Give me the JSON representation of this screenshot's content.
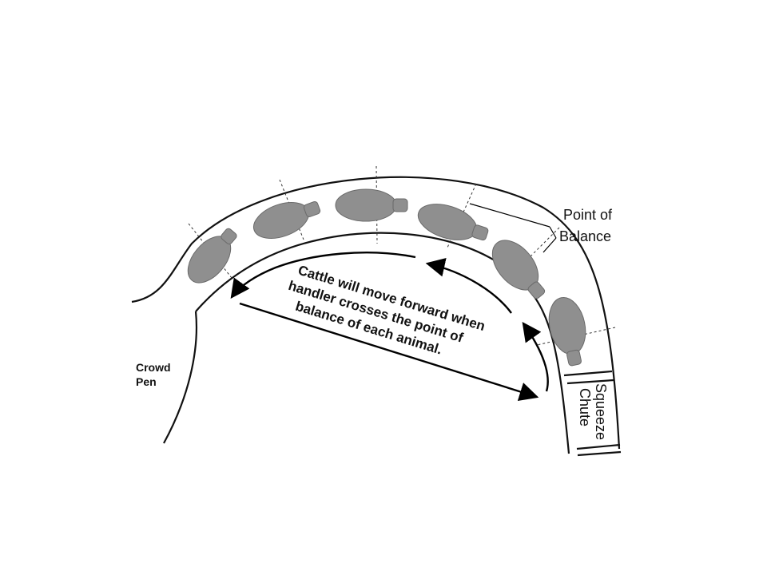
{
  "labels": {
    "point_of_balance_line1": "Point of",
    "point_of_balance_line2": "Balance",
    "crowd_pen_line1": "Crowd",
    "crowd_pen_line2": "Pen",
    "squeeze_chute_line1": "Squeeze",
    "squeeze_chute_line2": "Chute",
    "caption_line1": "Cattle will move forward when",
    "caption_line2": "handler crosses the point of",
    "caption_line3": "balance of each animal."
  },
  "colors": {
    "line": "#111111",
    "animal": "#8f8f8f"
  },
  "animal_count": 6
}
